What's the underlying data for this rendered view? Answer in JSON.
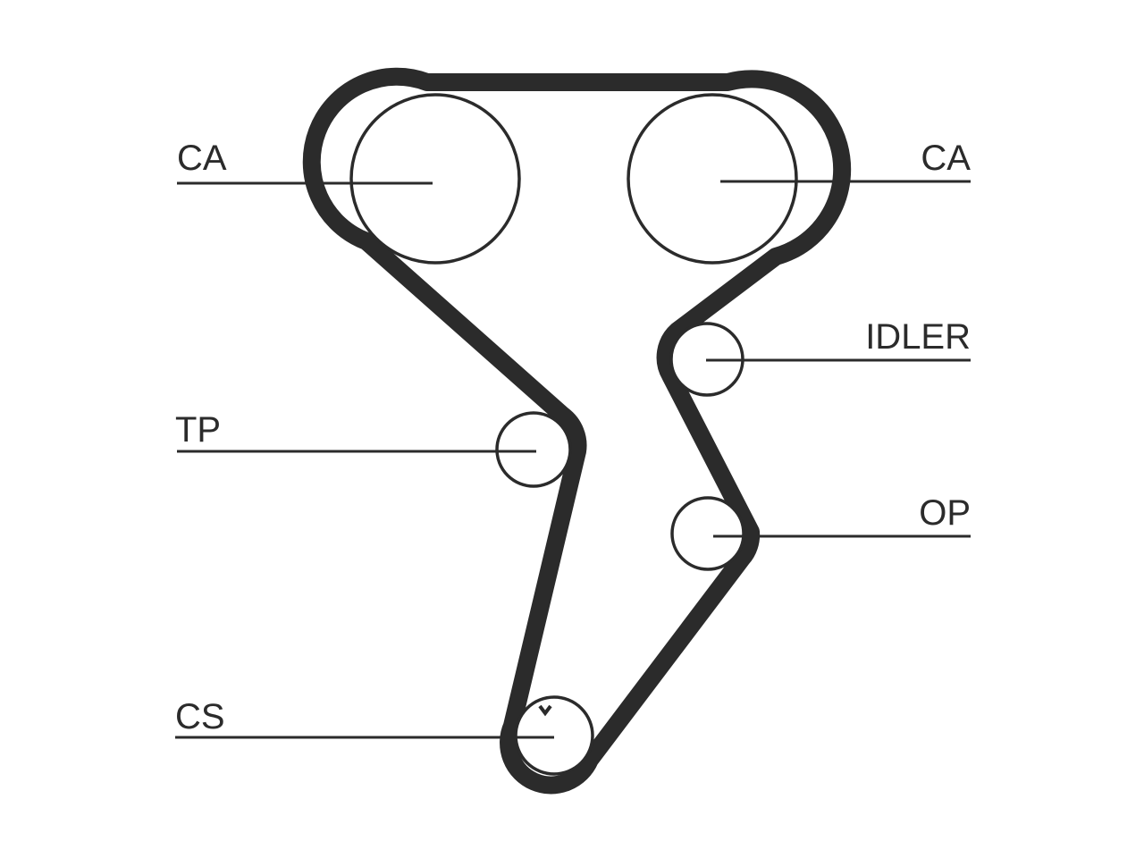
{
  "labels": {
    "cam_left": "CA",
    "cam_right": "CA",
    "idler": "IDLER",
    "tensioner": "TP",
    "oil_pump": "OP",
    "crankshaft": "CS"
  },
  "colors": {
    "line": "#2b2b2b",
    "background": "#ffffff"
  }
}
